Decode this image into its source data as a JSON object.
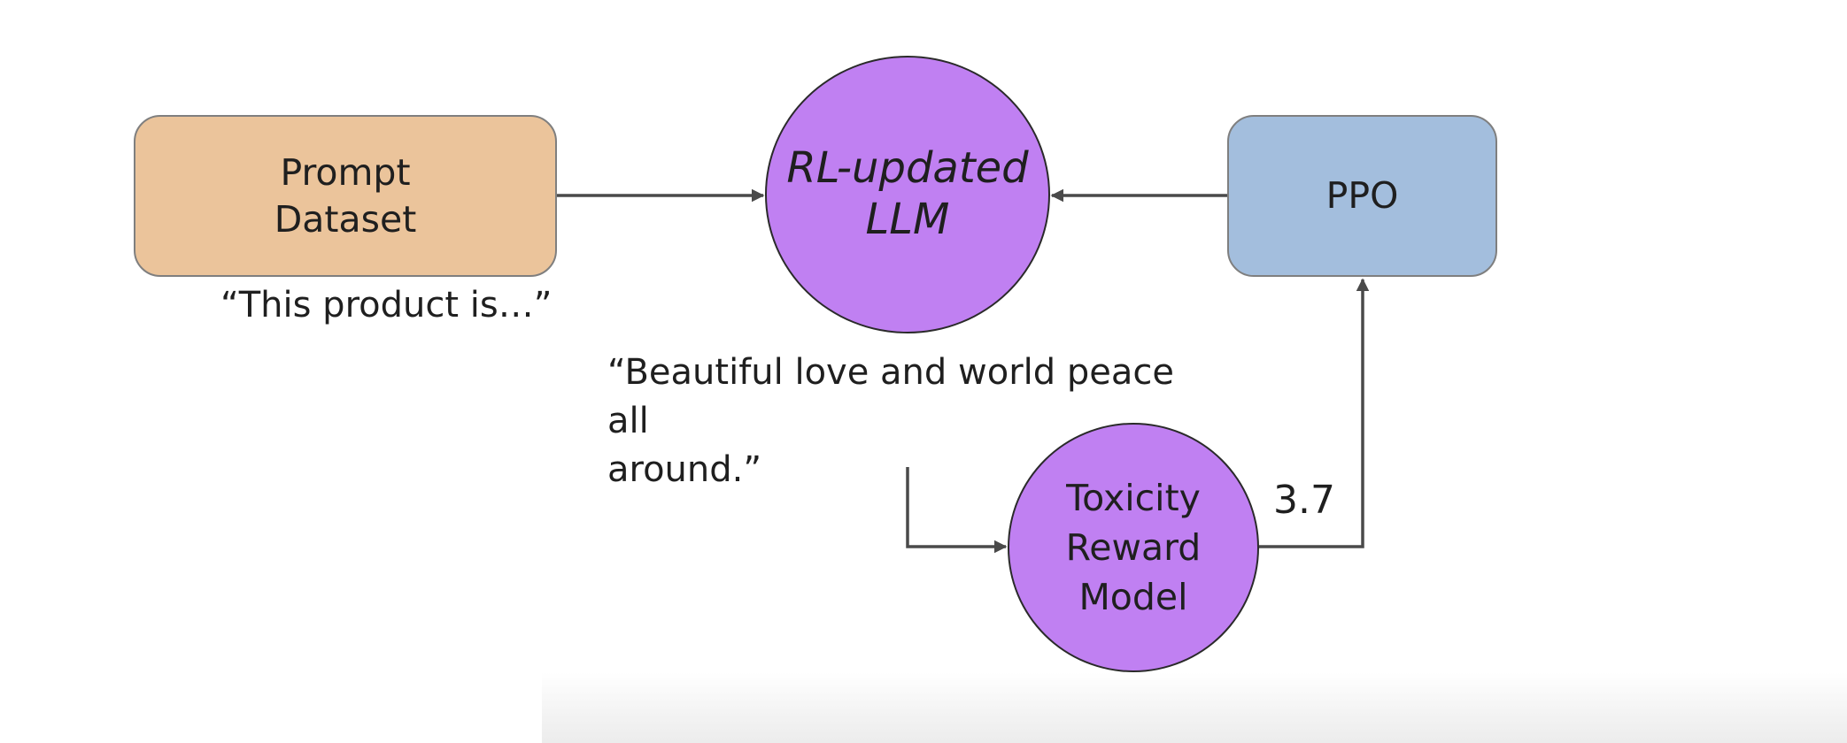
{
  "nodes": {
    "prompt_dataset": "Prompt\nDataset",
    "rl_llm": "RL-updated\nLLM",
    "ppo": "PPO",
    "toxicity_model": "Toxicity\nReward\nModel"
  },
  "labels": {
    "prompt_example": "“This product is…”",
    "completion_example": "“Beautiful love and world peace all\naround.”",
    "reward_score": "3.7"
  },
  "colors": {
    "dataset_fill": "#ebc49b",
    "llm_fill": "#c080f2",
    "ppo_fill": "#a3bedd",
    "reward_fill": "#c080f2",
    "arrow": "#4a4a4a"
  }
}
